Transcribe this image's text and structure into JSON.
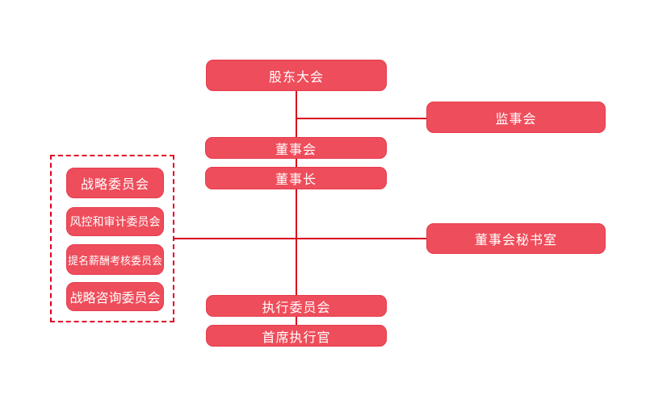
{
  "diagram": {
    "type": "org-chart",
    "background_color": "#ffffff",
    "node_fill_color": "#ee4d5b",
    "node_border_color": "#e63c4d",
    "node_text_color": "#ffffff",
    "connector_color": "#d8001f",
    "group_border_color": "#e10022"
  },
  "nodes": {
    "shareholders_meeting": "股东大会",
    "supervisory_board": "监事会",
    "board_of_directors": "董事会",
    "chairman": "董事长",
    "strategy_committee": "战略委员会",
    "risk_audit_committee": "风控和审计委员会",
    "nomination_remuneration_assessment_committee": "提名薪酬考核委员会",
    "strategy_advisory_committee": "战略咨询委员会",
    "board_secretary_office": "董事会秘书室",
    "executive_committee": "执行委员会",
    "ceo": "首席执行官"
  },
  "edges": [
    {
      "from": "股东大会",
      "to": "董事会"
    },
    {
      "from": "股东大会",
      "to": "监事会"
    },
    {
      "from": "董事会",
      "to": "董事长"
    },
    {
      "from": "董事长",
      "to": "委员会组(虚线框)"
    },
    {
      "from": "董事长",
      "to": "董事会秘书室"
    },
    {
      "from": "董事长",
      "to": "执行委员会"
    },
    {
      "from": "执行委员会",
      "to": "首席执行官"
    }
  ]
}
